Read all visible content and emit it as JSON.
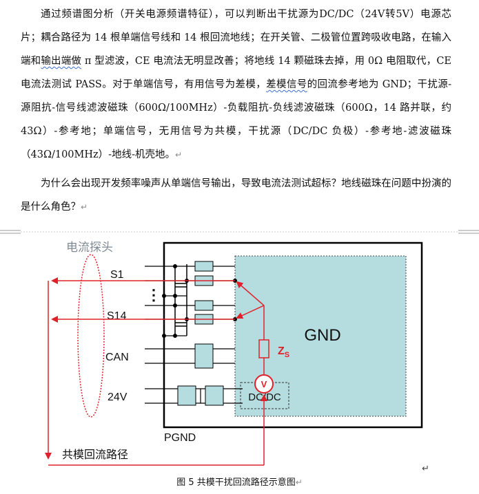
{
  "paragraph1": {
    "part_a": "通过频谱图分析（开关电源频谱特征），可以判断出干扰源为DC/DC（24V转5V）电源芯片；耦合路径为 14 根单端信号线和 14 根回流地线；在开关管、二极管位置跨吸收电路，在输入端和",
    "wavy_1": "输出端做",
    "part_b": " π 型滤波，CE 电流法无明显改善；将地线 14 颗磁珠去掉，用 0Ω 电阻取代，CE 电流法测试 PASS。对于单端信号，有用信号为差模，",
    "wavy_2": "差模信号",
    "part_c": "的回流参考地为 GND；干扰源-源阻抗-信号线滤波磁珠（600Ω/100MHz）-负载阻抗-负线滤波磁珠（600Ω，14 路并联，约 43Ω）-参考地；单端信号，无用信号为共模，干扰源（DC/DC 负极）-参考地-滤波磁珠（43Ω/100MHz）-地线-机壳地。"
  },
  "paragraph2": "为什么会出现开发频率噪声从单端信号输出，导致电流法测试超标？地线磁珠在问题中扮演的是什么角色？",
  "return_mark": "↵",
  "figure": {
    "probe_label": "电流探头",
    "signals": [
      "S1",
      "S14",
      "CAN",
      "24V"
    ],
    "dots": "⋮",
    "gnd_label": "GND",
    "zs_main": "Z",
    "zs_sub": "S",
    "voltage_source": "V",
    "dcdc_label": "DC/DC",
    "pgnd_label": "PGND",
    "path_label": "共模回流路径"
  },
  "caption": "图 5 共模干扰回流路径示意图",
  "colors": {
    "accent_red": "#e0202a",
    "gnd_fill": "#b5dde0",
    "text": "#111111"
  }
}
